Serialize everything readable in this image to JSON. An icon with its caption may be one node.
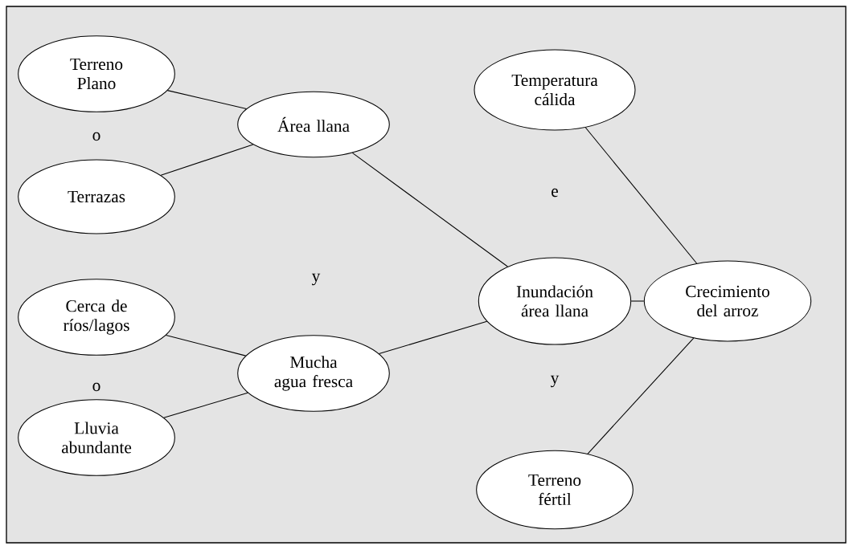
{
  "diagram": {
    "nodes": [
      {
        "text": [
          "Terreno Plano"
        ]
      },
      {
        "text": [
          "Área llana"
        ]
      },
      {
        "text": [
          "Terrazas"
        ]
      },
      {
        "text": [
          "Cerca de ríos/lagos"
        ]
      },
      {
        "text": [
          "Mucha agua fresca"
        ]
      },
      {
        "text": [
          "Lluvia abundante"
        ]
      },
      {
        "text": [
          "Temperatura cálida"
        ]
      },
      {
        "text": [
          "Inundación área llana"
        ]
      },
      {
        "text": [
          "Crecimiento del arroz"
        ]
      },
      {
        "text": [
          "Terreno fértil"
        ]
      }
    ],
    "edges": [
      {
        "from": 0,
        "to": 1,
        "arrow": "none"
      },
      {
        "from": 2,
        "to": 1,
        "arrow": "none"
      },
      {
        "from": 3,
        "to": 4,
        "arrow": "none"
      },
      {
        "from": 5,
        "to": 4,
        "arrow": "none"
      },
      {
        "from": 1,
        "to": 7,
        "arrow": "none"
      },
      {
        "from": 4,
        "to": 7,
        "arrow": "none"
      },
      {
        "from": 6,
        "to": 8,
        "arrow": "none"
      },
      {
        "from": 7,
        "to": 8,
        "arrow": "none"
      },
      {
        "from": 9,
        "to": 8,
        "arrow": "none"
      }
    ],
    "labels": [
      "o",
      "y",
      "o",
      "e",
      "y"
    ]
  }
}
